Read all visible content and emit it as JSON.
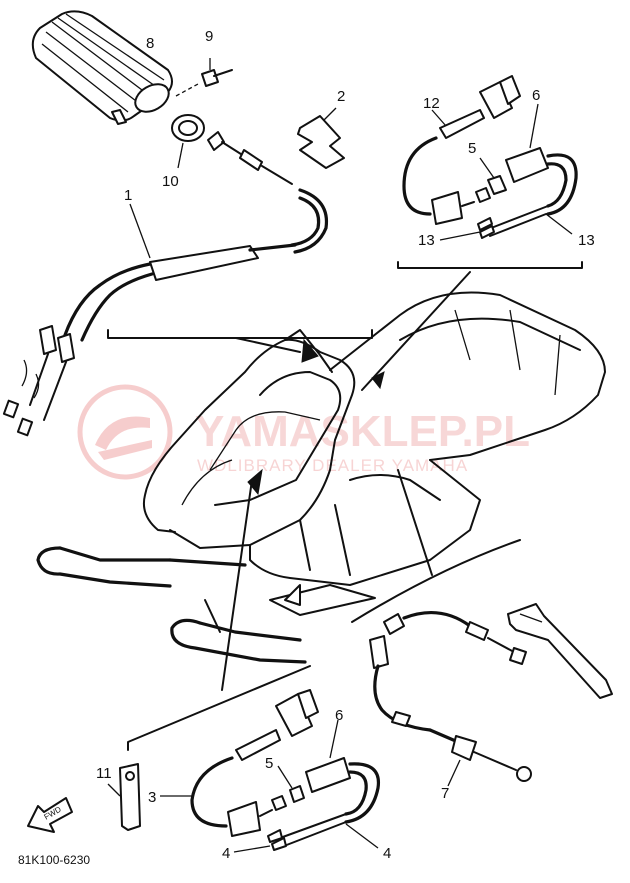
{
  "callouts": {
    "c1": "1",
    "c2": "2",
    "c3": "3",
    "c4a": "4",
    "c4b": "4",
    "c5a": "5",
    "c5b": "5",
    "c6a": "6",
    "c6b": "6",
    "c7": "7",
    "c8": "8",
    "c9": "9",
    "c10": "10",
    "c11": "11",
    "c12": "12",
    "c13a": "13",
    "c13b": "13"
  },
  "fwd_label": "FWD",
  "drawing_code": "81K100-6230",
  "watermark": {
    "title": "YAMASKLEP.PL",
    "subtitle": "WDLIBRARY DEALER YAMAHA"
  }
}
